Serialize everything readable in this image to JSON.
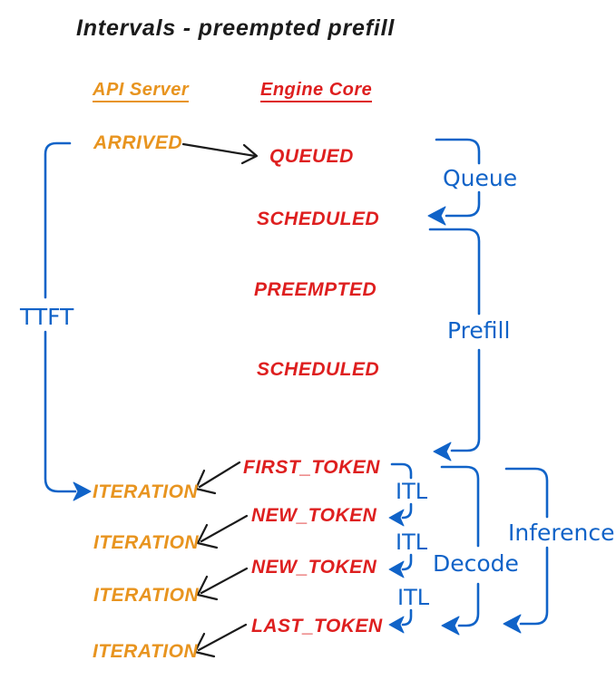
{
  "title": "Intervals - preempted prefill",
  "columns": {
    "api_server": "API Server",
    "engine_core": "Engine Core"
  },
  "api_server_events": [
    "ARRIVED",
    "ITERATION",
    "ITERATION",
    "ITERATION",
    "ITERATION"
  ],
  "engine_core_events": [
    "QUEUED",
    "SCHEDULED",
    "PREEMPTED",
    "SCHEDULED",
    "FIRST_TOKEN",
    "NEW_TOKEN",
    "NEW_TOKEN",
    "LAST_TOKEN"
  ],
  "intervals": {
    "ttft": "TTFT",
    "queue": "Queue",
    "prefill": "Prefill",
    "itl": [
      "ITL",
      "ITL",
      "ITL"
    ],
    "decode": "Decode",
    "inference": "Inference"
  },
  "colors": {
    "orange": "#e8941f",
    "red": "#de1f1f",
    "blue": "#1063c8",
    "black": "#1b1b1b"
  }
}
